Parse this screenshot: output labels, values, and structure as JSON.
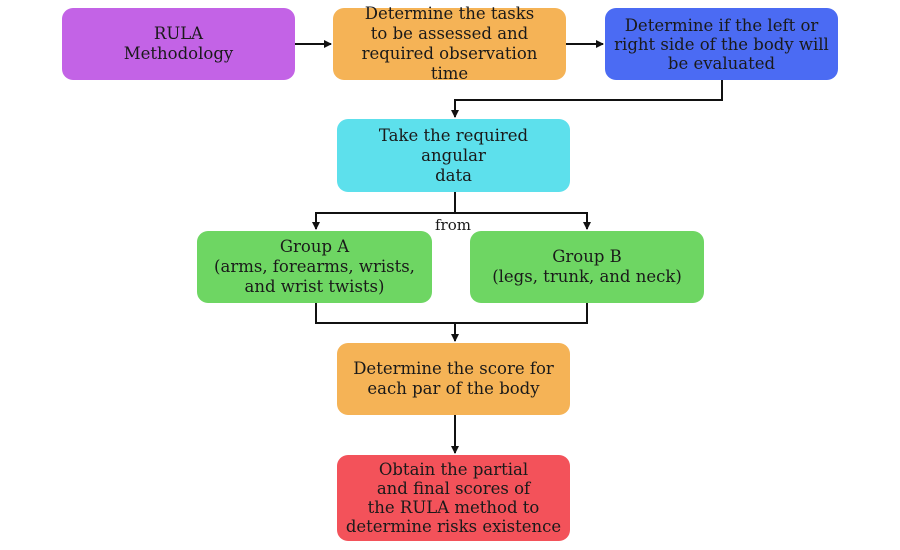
{
  "diagram": {
    "nodes": {
      "rula": "RULA\nMethodology",
      "tasks": "Determine the tasks\nto be assessed and\nrequired observation time",
      "side": "Determine if the left or\nright side of the body will\nbe evaluated",
      "angular": "Take the required angular\ndata",
      "group_a": "Group A\n(arms, forearms, wrists,\nand wrist twists)",
      "group_b": "Group B\n(legs, trunk, and neck)",
      "score": "Determine the score for\neach par of the body",
      "final": "Obtain the partial\nand final scores of\nthe RULA method to\ndetermine risks existence"
    },
    "edge_label_from": "from",
    "colors": {
      "purple": "#c363e6",
      "orange": "#f5b356",
      "blue": "#4b6bf3",
      "cyan": "#5de0ec",
      "green": "#6ed663",
      "red": "#f3525a"
    }
  }
}
